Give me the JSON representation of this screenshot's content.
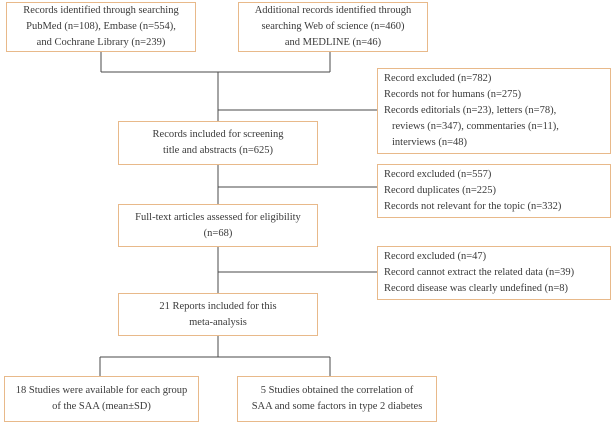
{
  "boxes": {
    "identified_search": [
      "Records identified through searching",
      "PubMed (n=108), Embase (n=554),",
      "and Cochrane Library (n=239)"
    ],
    "additional_records": [
      "Additional records identified through",
      "searching Web of science (n=460)",
      "and MEDLINE (n=46)"
    ],
    "excluded_1": [
      "Record excluded (n=782)",
      "Records not for humans (n=275)",
      "Records editorials (n=23), letters (n=78),",
      "reviews (n=347), commentaries (n=11),",
      "interviews (n=48)"
    ],
    "screening": [
      "Records included for screening",
      "title and abstracts (n=625)"
    ],
    "excluded_2": [
      "Record excluded (n=557)",
      "Record duplicates (n=225)",
      "Records not relevant for the topic (n=332)"
    ],
    "fulltext": [
      "Full-text articles assessed for eligibility",
      "(n=68)"
    ],
    "excluded_3": [
      "Record excluded (n=47)",
      "Record cannot extract the related data (n=39)",
      "Record disease was clearly undefined (n=8)"
    ],
    "included": [
      "21 Reports included for this",
      "meta-analysis"
    ],
    "studies_mean": [
      "18 Studies were available for each group",
      "of the SAA (mean±SD)"
    ],
    "studies_corr": [
      "5 Studies obtained the correlation of",
      "SAA and some factors in type 2 diabetes"
    ]
  }
}
